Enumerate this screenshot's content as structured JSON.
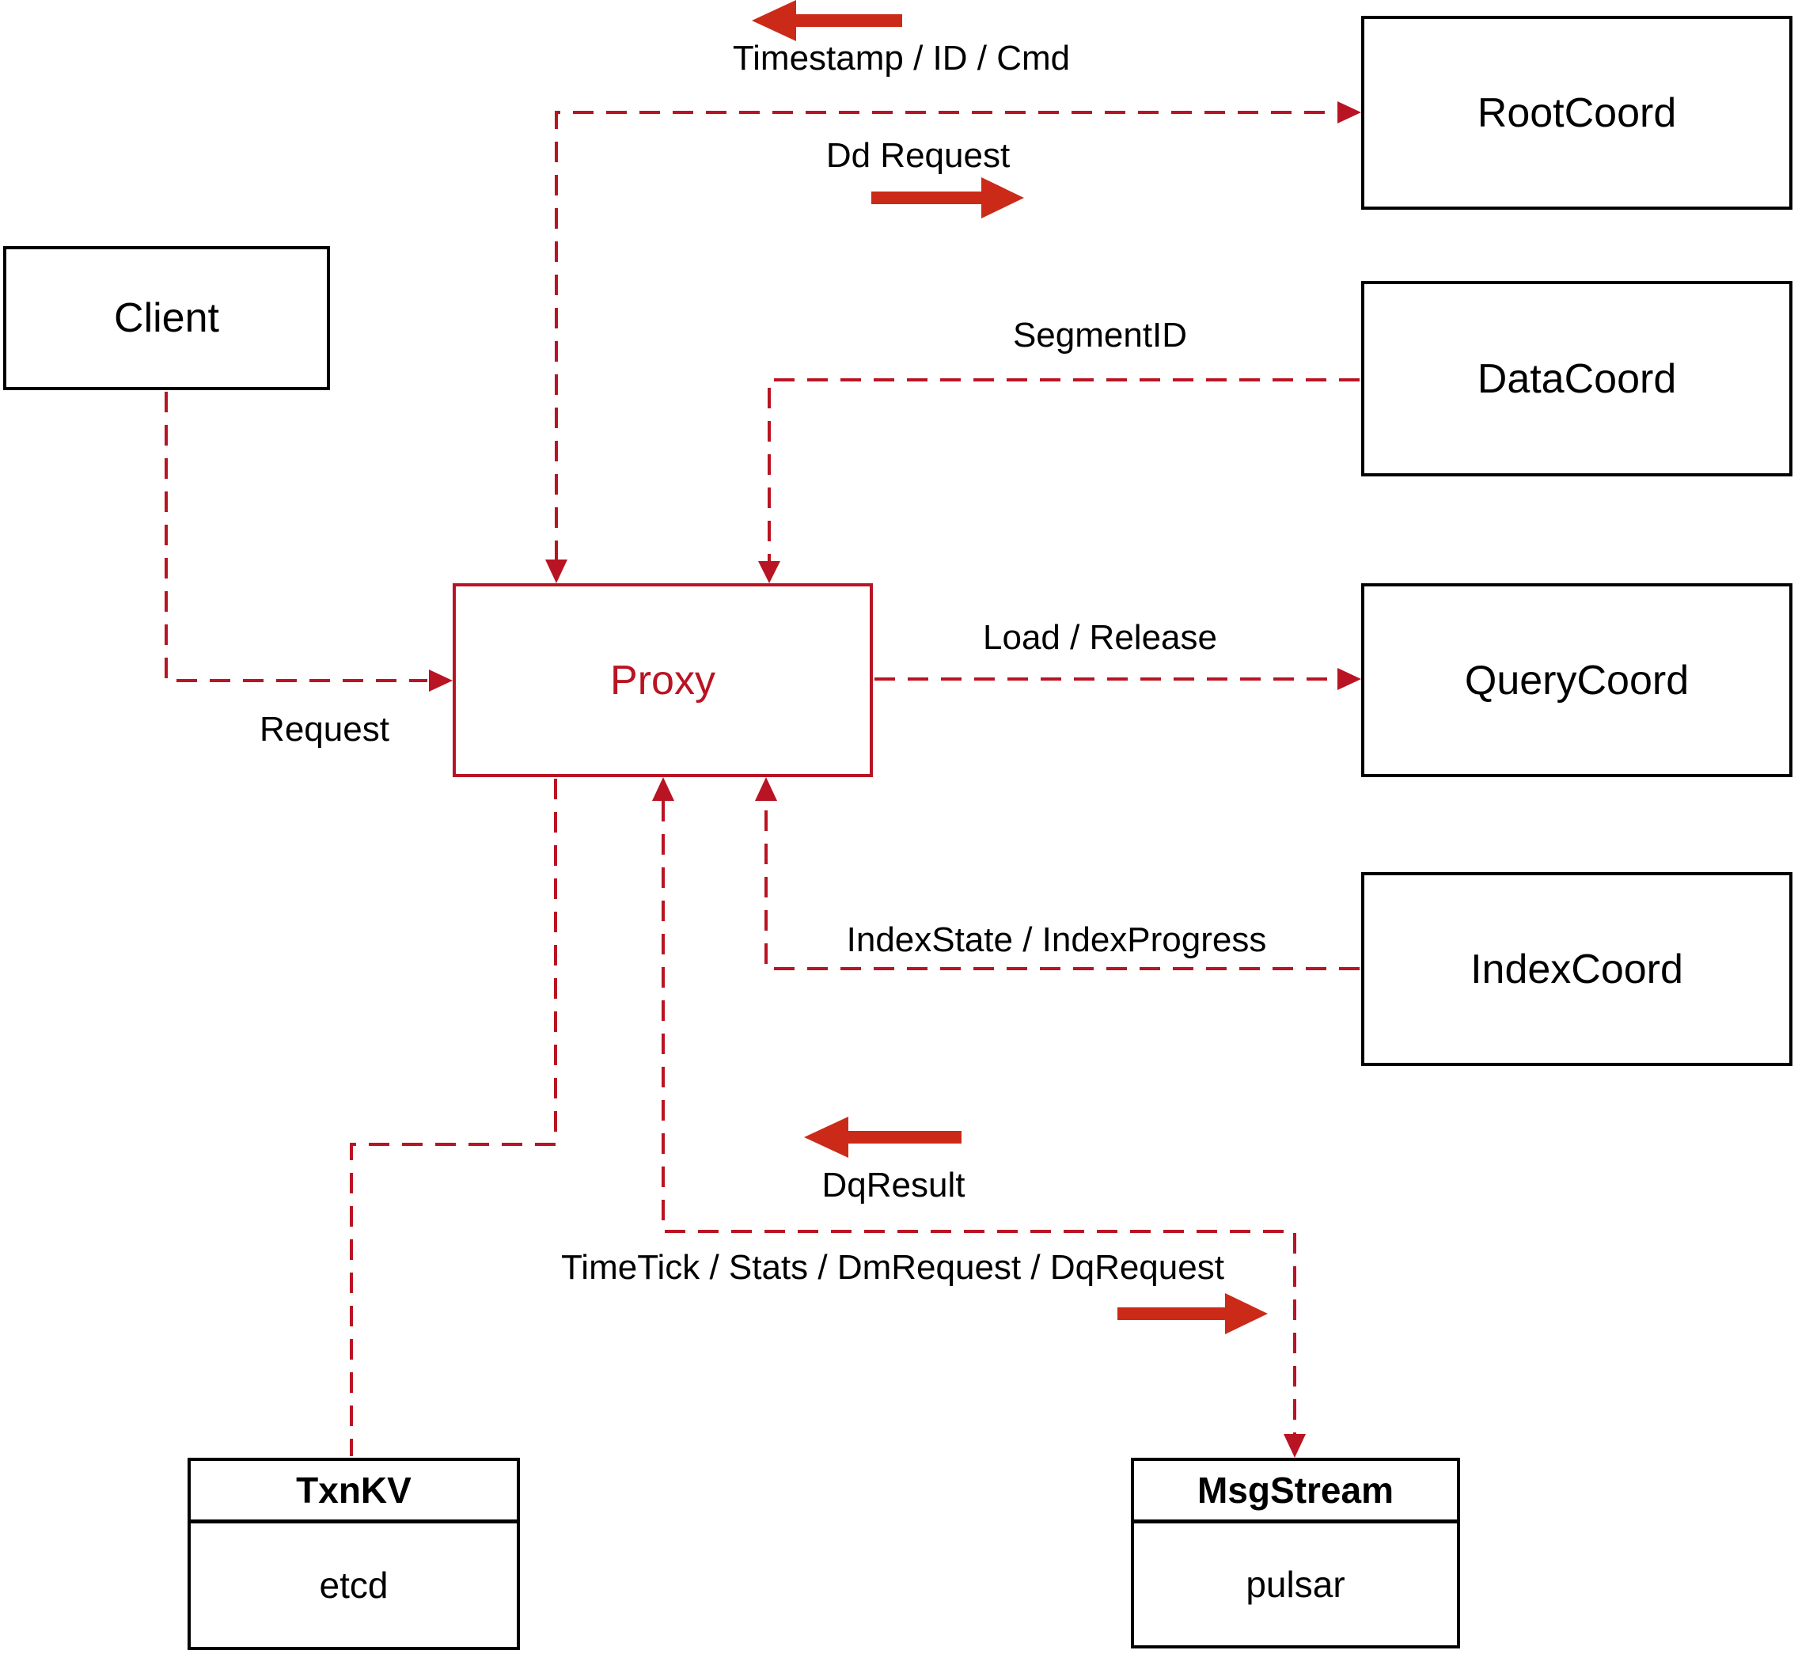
{
  "diagram": {
    "colors": {
      "line_red": "#b91423",
      "solid_arrow_red": "#cc2a18",
      "box_border_black": "#000000",
      "background": "#ffffff"
    },
    "nodes": {
      "client": {
        "label": "Client"
      },
      "proxy": {
        "label": "Proxy"
      },
      "rootcoord": {
        "label": "RootCoord"
      },
      "datacoord": {
        "label": "DataCoord"
      },
      "querycoord": {
        "label": "QueryCoord"
      },
      "indexcoord": {
        "label": "IndexCoord"
      },
      "txnkv": {
        "title": "TxnKV",
        "implementation": "etcd"
      },
      "msgstream": {
        "title": "MsgStream",
        "implementation": "pulsar"
      }
    },
    "edges": {
      "proxy_rootcoord": {
        "label_top": "Timestamp / ID / Cmd",
        "label_bottom": "Dd Request"
      },
      "datacoord_to_proxy": {
        "label": "SegmentID"
      },
      "client_to_proxy": {
        "label": "Request"
      },
      "proxy_to_querycoord": {
        "label": "Load / Release"
      },
      "indexcoord_to_proxy": {
        "label": "IndexState / IndexProgress"
      },
      "proxy_msgstream": {
        "label_top": "DqResult",
        "label_bottom": "TimeTick / Stats / DmRequest / DqRequest"
      }
    }
  }
}
